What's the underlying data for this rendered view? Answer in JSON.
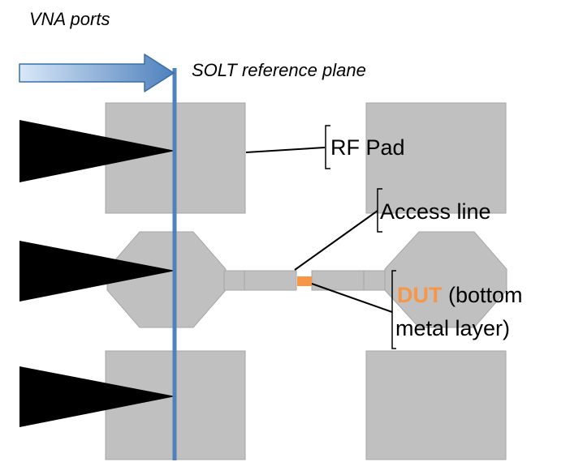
{
  "labels": {
    "vna_ports": "VNA ports",
    "solt_reference_plane": "SOLT reference plane",
    "rf_pad": "RF Pad",
    "access_line": "Access line",
    "dut_keyword": "DUT",
    "dut_rest": " (bottom",
    "dut_line2": "metal layer)"
  },
  "colors": {
    "pad_fill": "#c0c0c0",
    "pad_stroke": "#a6a6a6",
    "probe": "#000000",
    "reference_plane": "#4f81bd",
    "arrow_light": "#c6dbf5",
    "arrow_dark": "#4f81bd",
    "dut": "#f79646"
  }
}
